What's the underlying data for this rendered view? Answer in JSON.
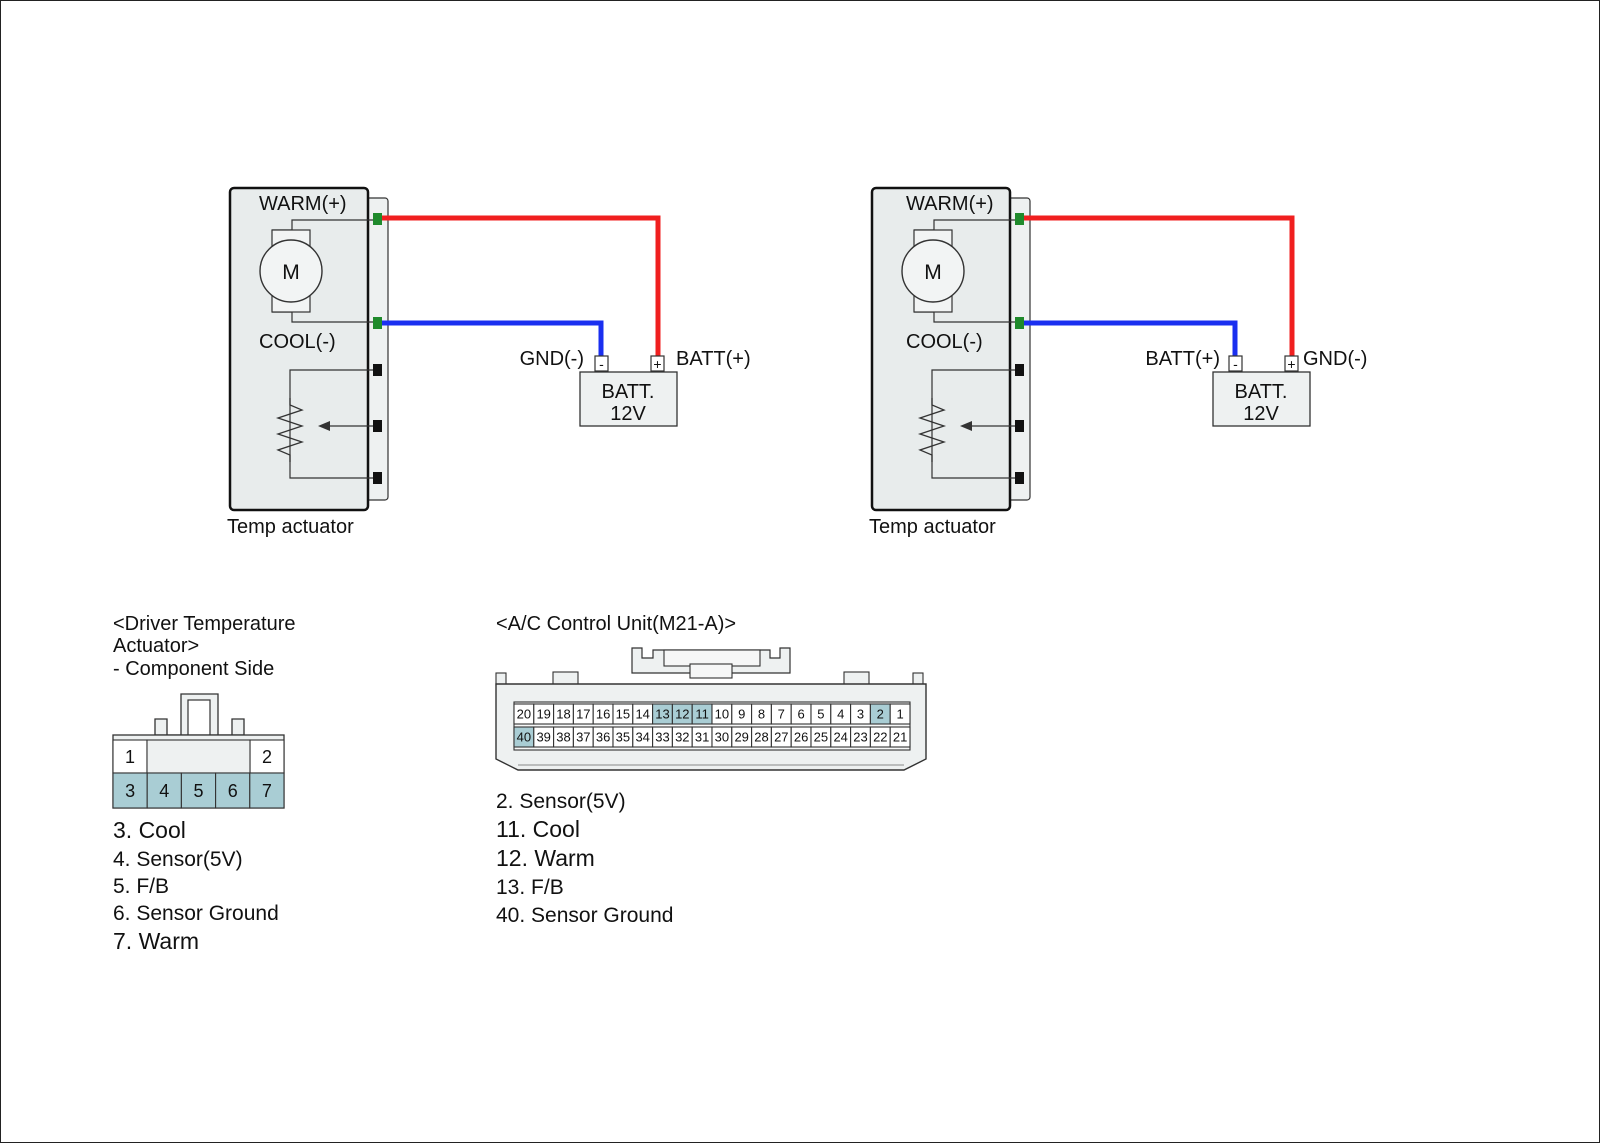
{
  "colors": {
    "warm_wire": "#f01f1f",
    "cool_wire": "#1a2ff0",
    "terminal_green": "#1f8a2c",
    "highlight_pin": "#a9cdd4",
    "label_green": "#1f8a2c",
    "body_fill": "#e8ecec",
    "panel_fill": "#f2f4f4"
  },
  "left_test": {
    "warm_label": "WARM(+)",
    "cool_label": "COOL(-)",
    "motor_label": "M",
    "left_terminal_label": "GND(-)",
    "right_terminal_label": "BATT(+)",
    "left_terminal_sign": "-",
    "right_terminal_sign": "+",
    "battery_line1": "BATT.",
    "battery_line2": "12V",
    "caption": "Temp actuator"
  },
  "right_test": {
    "warm_label": "WARM(+)",
    "cool_label": "COOL(-)",
    "motor_label": "M",
    "left_terminal_label": "BATT(+)",
    "right_terminal_label": "GND(-)",
    "left_terminal_sign": "-",
    "right_terminal_sign": "+",
    "battery_line1": "BATT.",
    "battery_line2": "12V",
    "caption": "Temp actuator"
  },
  "driver_connector": {
    "title_line1": "<Driver Temperature",
    "title_line2": "Actuator>",
    "title_line3": "- Component Side",
    "top_pins": [
      "1",
      "2"
    ],
    "bottom_pins": [
      "3",
      "4",
      "5",
      "6",
      "7"
    ],
    "highlighted": [
      "3",
      "4",
      "5",
      "6",
      "7"
    ],
    "legend": [
      {
        "text": "3. Cool",
        "color": "green"
      },
      {
        "text": "4. Sensor(5V)",
        "color": "black"
      },
      {
        "text": "5. F/B",
        "color": "black"
      },
      {
        "text": "6. Sensor Ground",
        "color": "black"
      },
      {
        "text": "7. Warm",
        "color": "green"
      }
    ]
  },
  "ac_connector": {
    "title": "<A/C Control Unit(M21-A)>",
    "row1": [
      "20",
      "19",
      "18",
      "17",
      "16",
      "15",
      "14",
      "13",
      "12",
      "11",
      "10",
      "9",
      "8",
      "7",
      "6",
      "5",
      "4",
      "3",
      "2",
      "1"
    ],
    "row2": [
      "40",
      "39",
      "38",
      "37",
      "36",
      "35",
      "34",
      "33",
      "32",
      "31",
      "30",
      "29",
      "28",
      "27",
      "26",
      "25",
      "24",
      "23",
      "22",
      "21"
    ],
    "highlighted": [
      "13",
      "12",
      "11",
      "2",
      "40"
    ],
    "legend": [
      {
        "text": "2. Sensor(5V)",
        "color": "black"
      },
      {
        "text": "11. Cool",
        "color": "green"
      },
      {
        "text": "12. Warm",
        "color": "green"
      },
      {
        "text": "13. F/B",
        "color": "black"
      },
      {
        "text": "40. Sensor Ground",
        "color": "black"
      }
    ]
  }
}
